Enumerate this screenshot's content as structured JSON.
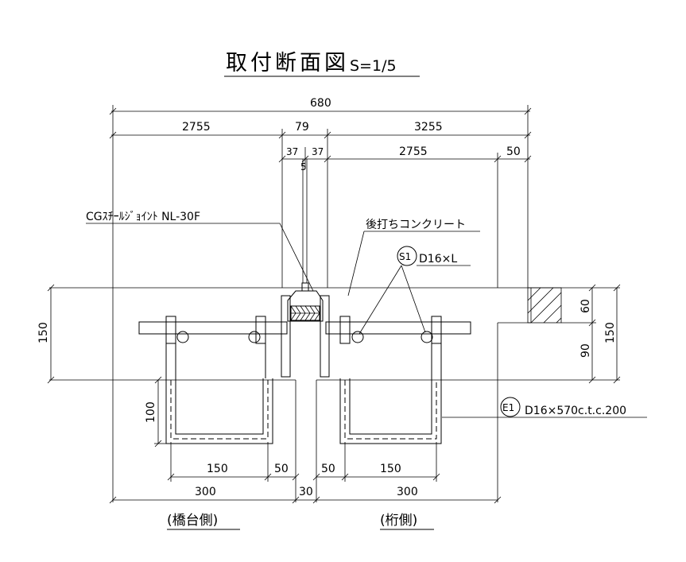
{
  "title": {
    "main": "取付断面図",
    "scale": "S=1/5"
  },
  "dimensions": {
    "total_width": "680",
    "left_top": "2755",
    "center_gap": "79",
    "right_top": "3255",
    "center_half_left": "37",
    "center_half_right": "37",
    "center_small": "5",
    "right_inner": "2755",
    "right_end": "50",
    "left_height": "150",
    "right_upper": "60",
    "right_lower": "90",
    "right_height": "150",
    "bar_depth": "100",
    "left_bar_width": "150",
    "left_gap": "50",
    "right_gap": "50",
    "right_bar_width": "150",
    "left_total": "300",
    "center_joint": "30",
    "right_total": "300"
  },
  "labels": {
    "joint_name": "CGｽﾁｰﾙｼﾞｮｲﾝﾄ NL-30F",
    "concrete": "後打ちコンクリート",
    "s1_mark": "S1",
    "s1_spec": "D16×L",
    "e1_mark": "E1",
    "e1_spec": "D16×570c.t.c.200",
    "left_side": "(橋台側)",
    "right_side": "(桁側)"
  }
}
